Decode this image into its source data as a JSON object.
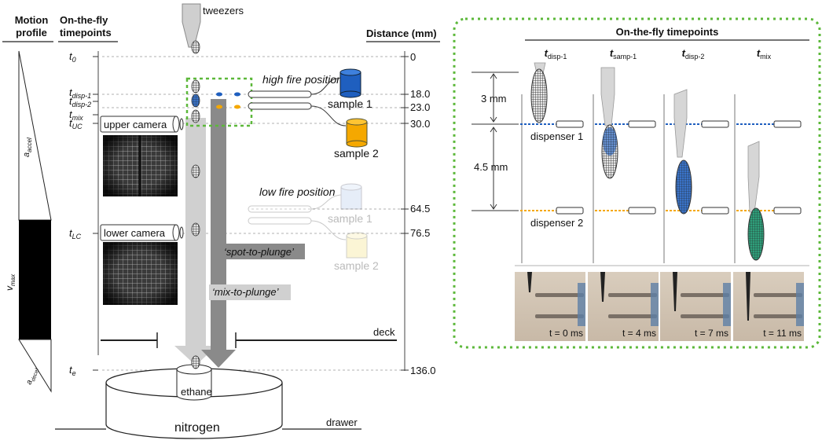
{
  "left": {
    "col_motion_profile": "Motion profile",
    "col_timepoints": "On-the-fly timepoints",
    "col_distance": "Distance (mm)",
    "tweezers": "tweezers",
    "timepoints": [
      {
        "name": "t0",
        "base": "t",
        "sub": "0",
        "distance": "0"
      },
      {
        "name": "t-disp-1",
        "base": "t",
        "sub": "disp-1",
        "distance": "18.0"
      },
      {
        "name": "t-disp-2",
        "base": "t",
        "sub": "disp-2",
        "distance": ""
      },
      {
        "name": "t-mix",
        "base": "t",
        "sub": "mix",
        "distance": "23.0"
      },
      {
        "name": "t-uc",
        "base": "t",
        "sub": "UC",
        "distance": "30.0"
      },
      {
        "name": "t-lc",
        "base": "t",
        "sub": "LC",
        "distance": "76.5"
      },
      {
        "name": "t-e",
        "base": "t",
        "sub": "e",
        "distance": "136.0"
      }
    ],
    "distance_64_5": "64.5",
    "high_fire": "high fire position",
    "low_fire": "low fire position",
    "sample1": "sample 1",
    "sample2": "sample 2",
    "upper_camera": "upper camera",
    "lower_camera": "lower camera",
    "spot_to_plunge": "‘spot-to-plunge’",
    "mix_to_plunge": "‘mix-to-plunge’",
    "deck": "deck",
    "ethane": "ethane",
    "nitrogen": "nitrogen",
    "drawer": "drawer",
    "a_accel": "a",
    "a_accel_sub": "accel",
    "v_max": "v",
    "v_max_sub": "max",
    "a_decel": "a",
    "a_decel_sub": "decel"
  },
  "right": {
    "title": "On-the-fly timepoints",
    "columns": [
      {
        "base": "t",
        "sub": "disp-1"
      },
      {
        "base": "t",
        "sub": "samp-1"
      },
      {
        "base": "t",
        "sub": "disp-2"
      },
      {
        "base": "t",
        "sub": "mix"
      }
    ],
    "dim_3mm": "3 mm",
    "dim_4_5mm": "4.5 mm",
    "dispenser1": "dispenser 1",
    "dispenser2": "dispenser 2",
    "photo_times": [
      "t = 0 ms",
      "t = 4 ms",
      "t = 7 ms",
      "t = 11 ms"
    ]
  },
  "colors": {
    "sample1": "#1f5fbf",
    "sample2": "#f5a800",
    "green_dash": "#5cb83a",
    "gray_arrow_light": "#d0d0d0",
    "gray_arrow_dark": "#8a8a8a",
    "teal": "#2f9e7a"
  }
}
